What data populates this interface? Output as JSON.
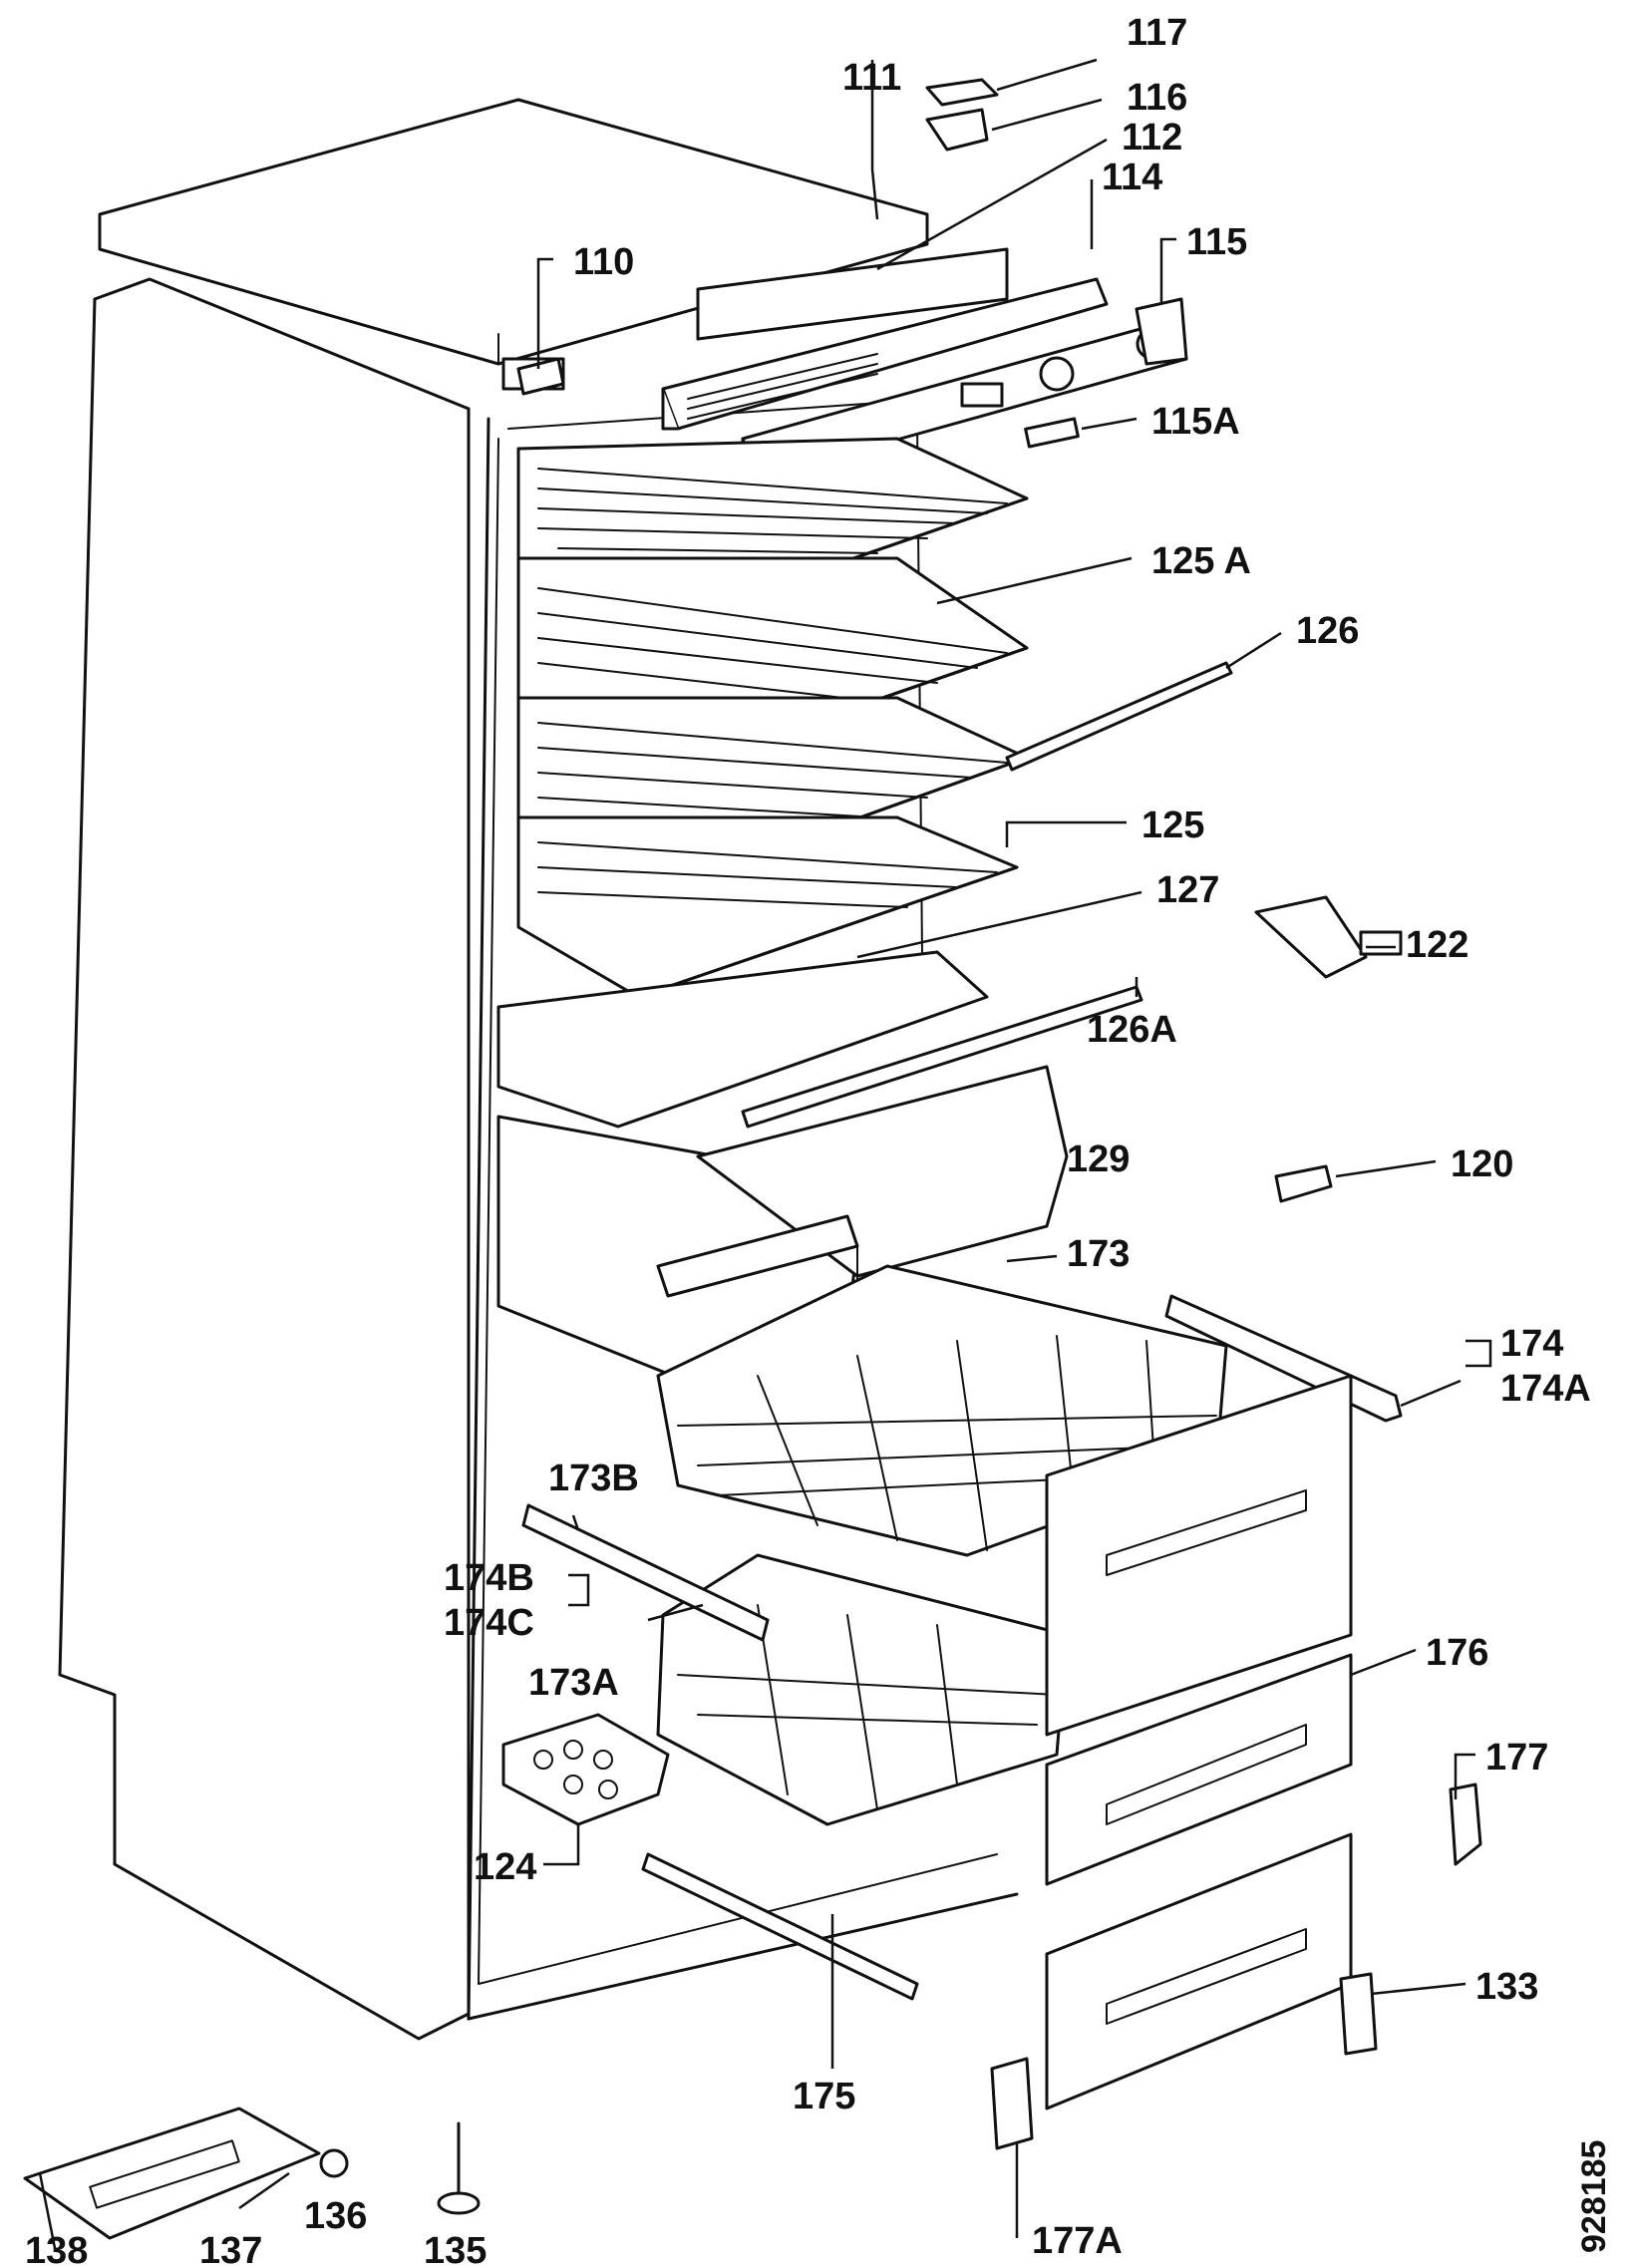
{
  "callouts": {
    "c111": "111",
    "c117": "117",
    "c116": "116",
    "c112": "112",
    "c114": "114",
    "c110": "110",
    "c115": "115",
    "c115A": "115A",
    "c125A": "125 A",
    "c126": "126",
    "c125": "125",
    "c127": "127",
    "c122": "122",
    "c126A": "126A",
    "c129": "129",
    "c120": "120",
    "c173": "173",
    "c174": "174",
    "c174A": "174A",
    "c173B": "173B",
    "c174B": "174B",
    "c174C": "174C",
    "c173A": "173A",
    "c176": "176",
    "c177": "177",
    "c124": "124",
    "c133": "133",
    "c175": "175",
    "c138": "138",
    "c137": "137",
    "c136": "136",
    "c135": "135",
    "c177A": "177A"
  },
  "doc_number": "928185"
}
